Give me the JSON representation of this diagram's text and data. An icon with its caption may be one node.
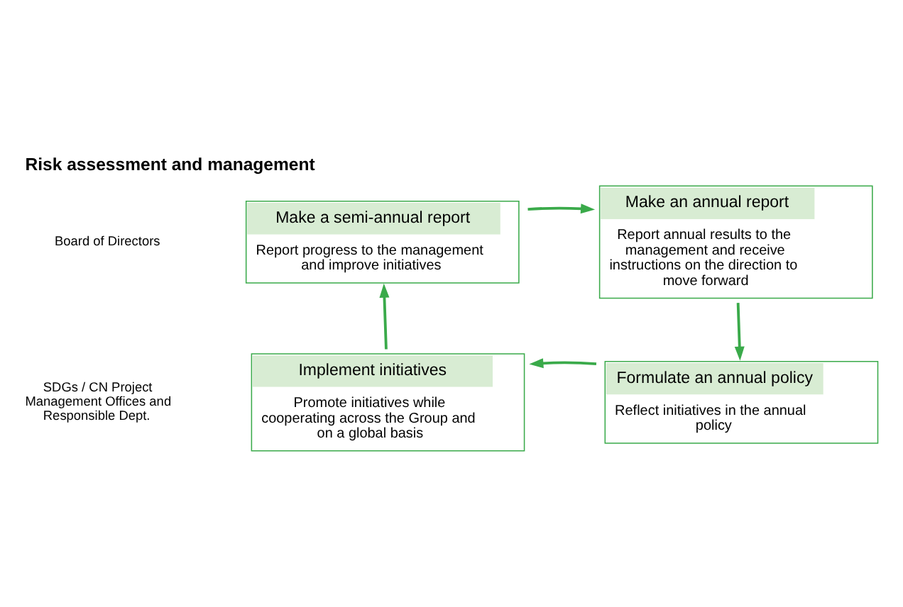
{
  "diagram": {
    "title": "Risk assessment and management",
    "nodes": [
      {
        "text": [
          "Make a semi-annual report",
          "Report progress to the management and improve initiatives"
        ]
      },
      {
        "text": [
          "Make an annual report",
          "Report annual results to the management and receive instructions on the direction to move forward"
        ]
      },
      {
        "text": [
          "Implement initiatives",
          "Promote initiatives while cooperating across the Group and on a global basis"
        ]
      },
      {
        "text": [
          "Formulate an annual policy",
          "Reflect initiatives in the annual policy"
        ]
      }
    ],
    "edges": [
      {
        "from": 0,
        "to": 1,
        "arrow": "to"
      },
      {
        "from": 1,
        "to": 3,
        "arrow": "to"
      },
      {
        "from": 3,
        "to": 2,
        "arrow": "to"
      },
      {
        "from": 2,
        "to": 0,
        "arrow": "to"
      }
    ],
    "labels": [
      "Board of Directors",
      "SDGs / CN Project Management Offices and Responsible Dept."
    ]
  }
}
